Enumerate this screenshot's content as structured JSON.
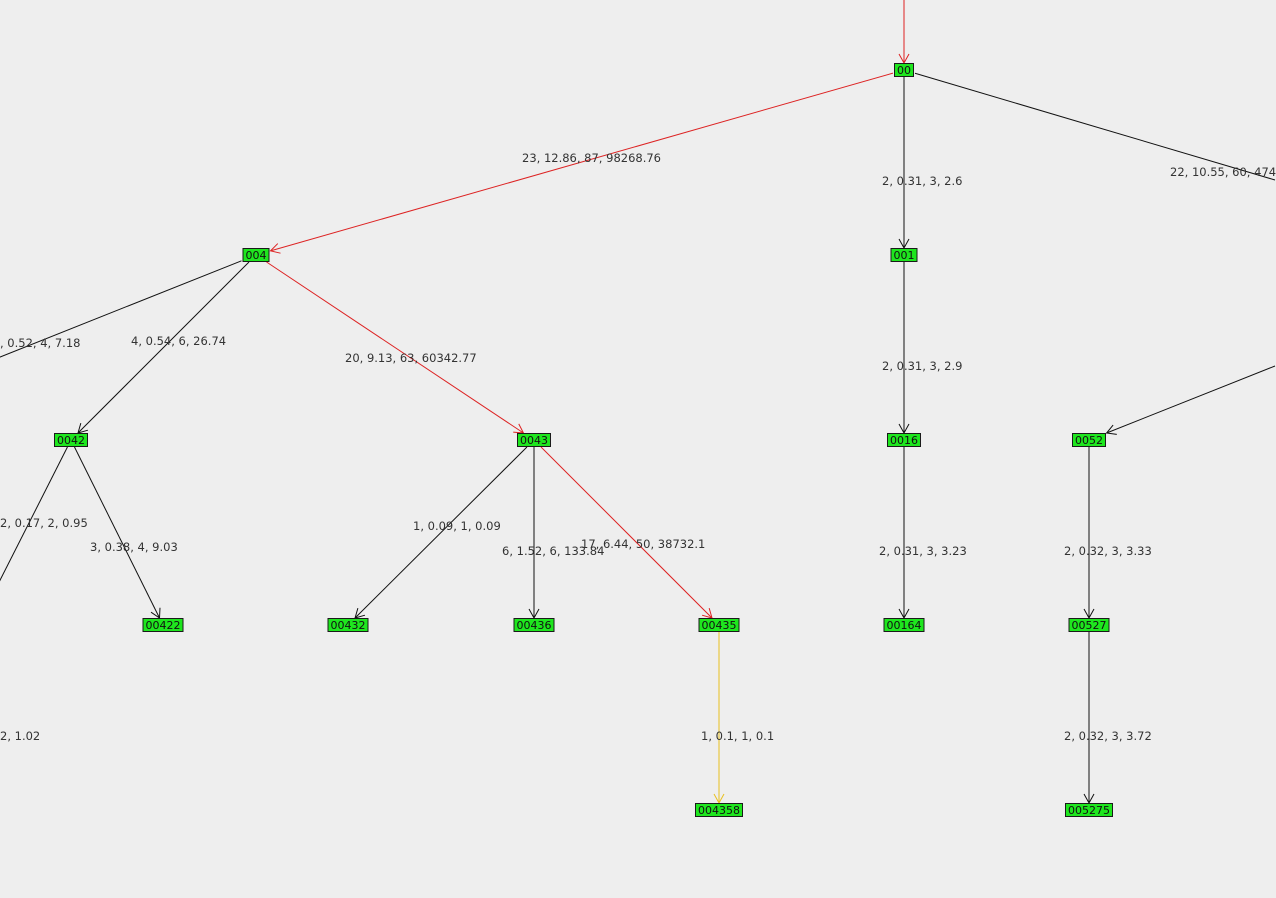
{
  "colors": {
    "background": "#eeeeee",
    "node_fill": "#1ee61e",
    "node_border": "#1a1a1a",
    "edge_default": "#111111",
    "edge_highlight": "#dd2222",
    "edge_leaf": "#e8c020",
    "label_text": "#333333"
  },
  "nodes": [
    {
      "id": "n00",
      "label": "00"
    },
    {
      "id": "n004",
      "label": "004"
    },
    {
      "id": "n001",
      "label": "001"
    },
    {
      "id": "n0042",
      "label": "0042"
    },
    {
      "id": "n0043",
      "label": "0043"
    },
    {
      "id": "n0016",
      "label": "0016"
    },
    {
      "id": "n0052",
      "label": "0052"
    },
    {
      "id": "n00422",
      "label": "00422"
    },
    {
      "id": "n00432",
      "label": "00432"
    },
    {
      "id": "n00436",
      "label": "00436"
    },
    {
      "id": "n00435",
      "label": "00435"
    },
    {
      "id": "n00164",
      "label": "00164"
    },
    {
      "id": "n00527",
      "label": "00527"
    },
    {
      "id": "n004358",
      "label": "004358"
    },
    {
      "id": "n005275",
      "label": "005275"
    }
  ],
  "edges": [
    {
      "id": "e-root-00",
      "from": "root",
      "to": "n00",
      "style": "highlight",
      "label": ""
    },
    {
      "id": "e-00-004",
      "from": "n00",
      "to": "n004",
      "style": "highlight",
      "label": "23, 12.86, 87, 98268.76"
    },
    {
      "id": "e-00-001",
      "from": "n00",
      "to": "n001",
      "style": "default",
      "label": "2, 0.31, 3, 2.6"
    },
    {
      "id": "e-00-005",
      "from": "n00",
      "to": "offright",
      "style": "default",
      "label": "22, 10.55, 60, 474"
    },
    {
      "id": "e-004-left",
      "from": "n004",
      "to": "offleft",
      "style": "default",
      "label": ", 0.52, 4, 7.18"
    },
    {
      "id": "e-004-0042",
      "from": "n004",
      "to": "n0042",
      "style": "default",
      "label": "4, 0.54, 6, 26.74"
    },
    {
      "id": "e-004-0043",
      "from": "n004",
      "to": "n0043",
      "style": "highlight",
      "label": "20, 9.13, 63, 60342.77"
    },
    {
      "id": "e-001-0016",
      "from": "n001",
      "to": "n0016",
      "style": "default",
      "label": "2, 0.31, 3, 2.9"
    },
    {
      "id": "e-005-0052",
      "from": "offright2",
      "to": "n0052",
      "style": "default",
      "label": ""
    },
    {
      "id": "e-0042-left",
      "from": "n0042",
      "to": "offleft2",
      "style": "default",
      "label": "2, 0.17, 2, 0.95"
    },
    {
      "id": "e-0042-00422",
      "from": "n0042",
      "to": "n00422",
      "style": "default",
      "label": "3, 0.38, 4, 9.03"
    },
    {
      "id": "e-0043-00432",
      "from": "n0043",
      "to": "n00432",
      "style": "default",
      "label": "1, 0.09, 1, 0.09"
    },
    {
      "id": "e-0043-00436",
      "from": "n0043",
      "to": "n00436",
      "style": "default",
      "label": "6, 1.52, 6, 133.84"
    },
    {
      "id": "e-0043-00435",
      "from": "n0043",
      "to": "n00435",
      "style": "highlight",
      "label": "17, 6.44, 50, 38732.1"
    },
    {
      "id": "e-0016-00164",
      "from": "n0016",
      "to": "n00164",
      "style": "default",
      "label": "2, 0.31, 3, 3.23"
    },
    {
      "id": "e-0052-00527",
      "from": "n0052",
      "to": "n00527",
      "style": "default",
      "label": "2, 0.32, 3, 3.33"
    },
    {
      "id": "e-00435-004358",
      "from": "n00435",
      "to": "n004358",
      "style": "leaf",
      "label": "1, 0.1, 1, 0.1"
    },
    {
      "id": "e-00527-005275",
      "from": "n00527",
      "to": "n005275",
      "style": "default",
      "label": "2, 0.32, 3, 3.72"
    },
    {
      "id": "e-left-leaf",
      "from": "offleft3",
      "to": "offleft4",
      "style": "none",
      "label": "2, 1.02"
    }
  ]
}
